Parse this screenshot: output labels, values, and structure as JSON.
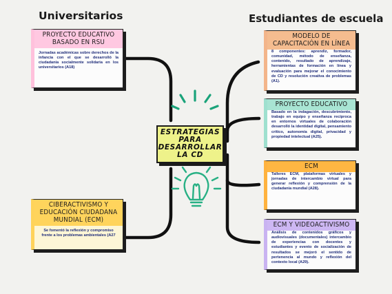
{
  "headings": {
    "left": "Universitarios",
    "right": "Estudiantes de escuela"
  },
  "center": {
    "lines": [
      "ESTRATEGIAS",
      "PARA",
      "DESARROLLAR",
      "LA CD"
    ]
  },
  "cards": {
    "rsu": {
      "title": [
        "PROYECTO EDUCATIVO",
        "BASADO EN RSU"
      ],
      "body": "Jornadas académicas sobre derechos de la infancia con el que se desarrolló la ciudadanía socialmente solidaria en los universitarios (A18)"
    },
    "ciberactivismo": {
      "title": [
        "CIBERACTIVISMO Y",
        "EDUCACIÓN CIUDADANA",
        "MUNDIAL (ECM)"
      ],
      "body": "Se fomentó la reflexión y compromiso frente a los problemas ambientales (A27"
    },
    "modelo": {
      "title": [
        "MODELO DE",
        "CAPACITACIÓN EN LÍNEA"
      ],
      "body": "8 componentes: aprendiz, formador, comunidad, método de enseñanza, contenido, resultado de aprendizaje, herramientas de formación en línea y evaluación para mejorar el conocimiento de CD y resolución creativa de problemas (A1)."
    },
    "proyecto": {
      "title": [
        "PROYECTO EDUCATIVO"
      ],
      "body": "Basado en la indagación, descubrimiento, trabajo en equipo y enseñanza recíproca en entornos virtuales de colaboración desarrolló la identidad digital, pensamiento crítico, autonomía digital, privacidad y propiedad intelectual (A25)."
    },
    "ecm": {
      "title": [
        "ECM"
      ],
      "body": "Talleres ECM, plataformas virtuales y jornadas de intercambio virtual para generar reflexión y comprensión de la ciudadanía mundial (A28)."
    },
    "videoactivismo": {
      "title": [
        "ECM Y VIDEOACTIVISMO"
      ],
      "body": "Análisis de contenidos gráficos y audiovisuales (documentales) intercambio de experiencias con docentes y estudiantes y evento de socialización de resultados se mejoró el sentido de pertenencia al mundo y reflexión del contexto local (A29)."
    }
  },
  "colors": {
    "background": "#f2f2ef",
    "center_fill": "#eef28a",
    "rays": "#1aa37a",
    "bulb": "#27b084",
    "lines": "#111111",
    "pink": "#ffc8e1",
    "yellow": "#ffd45c",
    "peach": "#f5bc8f",
    "mint": "#a8e4d3",
    "orange": "#ffb642",
    "lavender": "#cdb7f3"
  },
  "icons": [
    "lightbulb-icon",
    "spark-rays-icon"
  ]
}
